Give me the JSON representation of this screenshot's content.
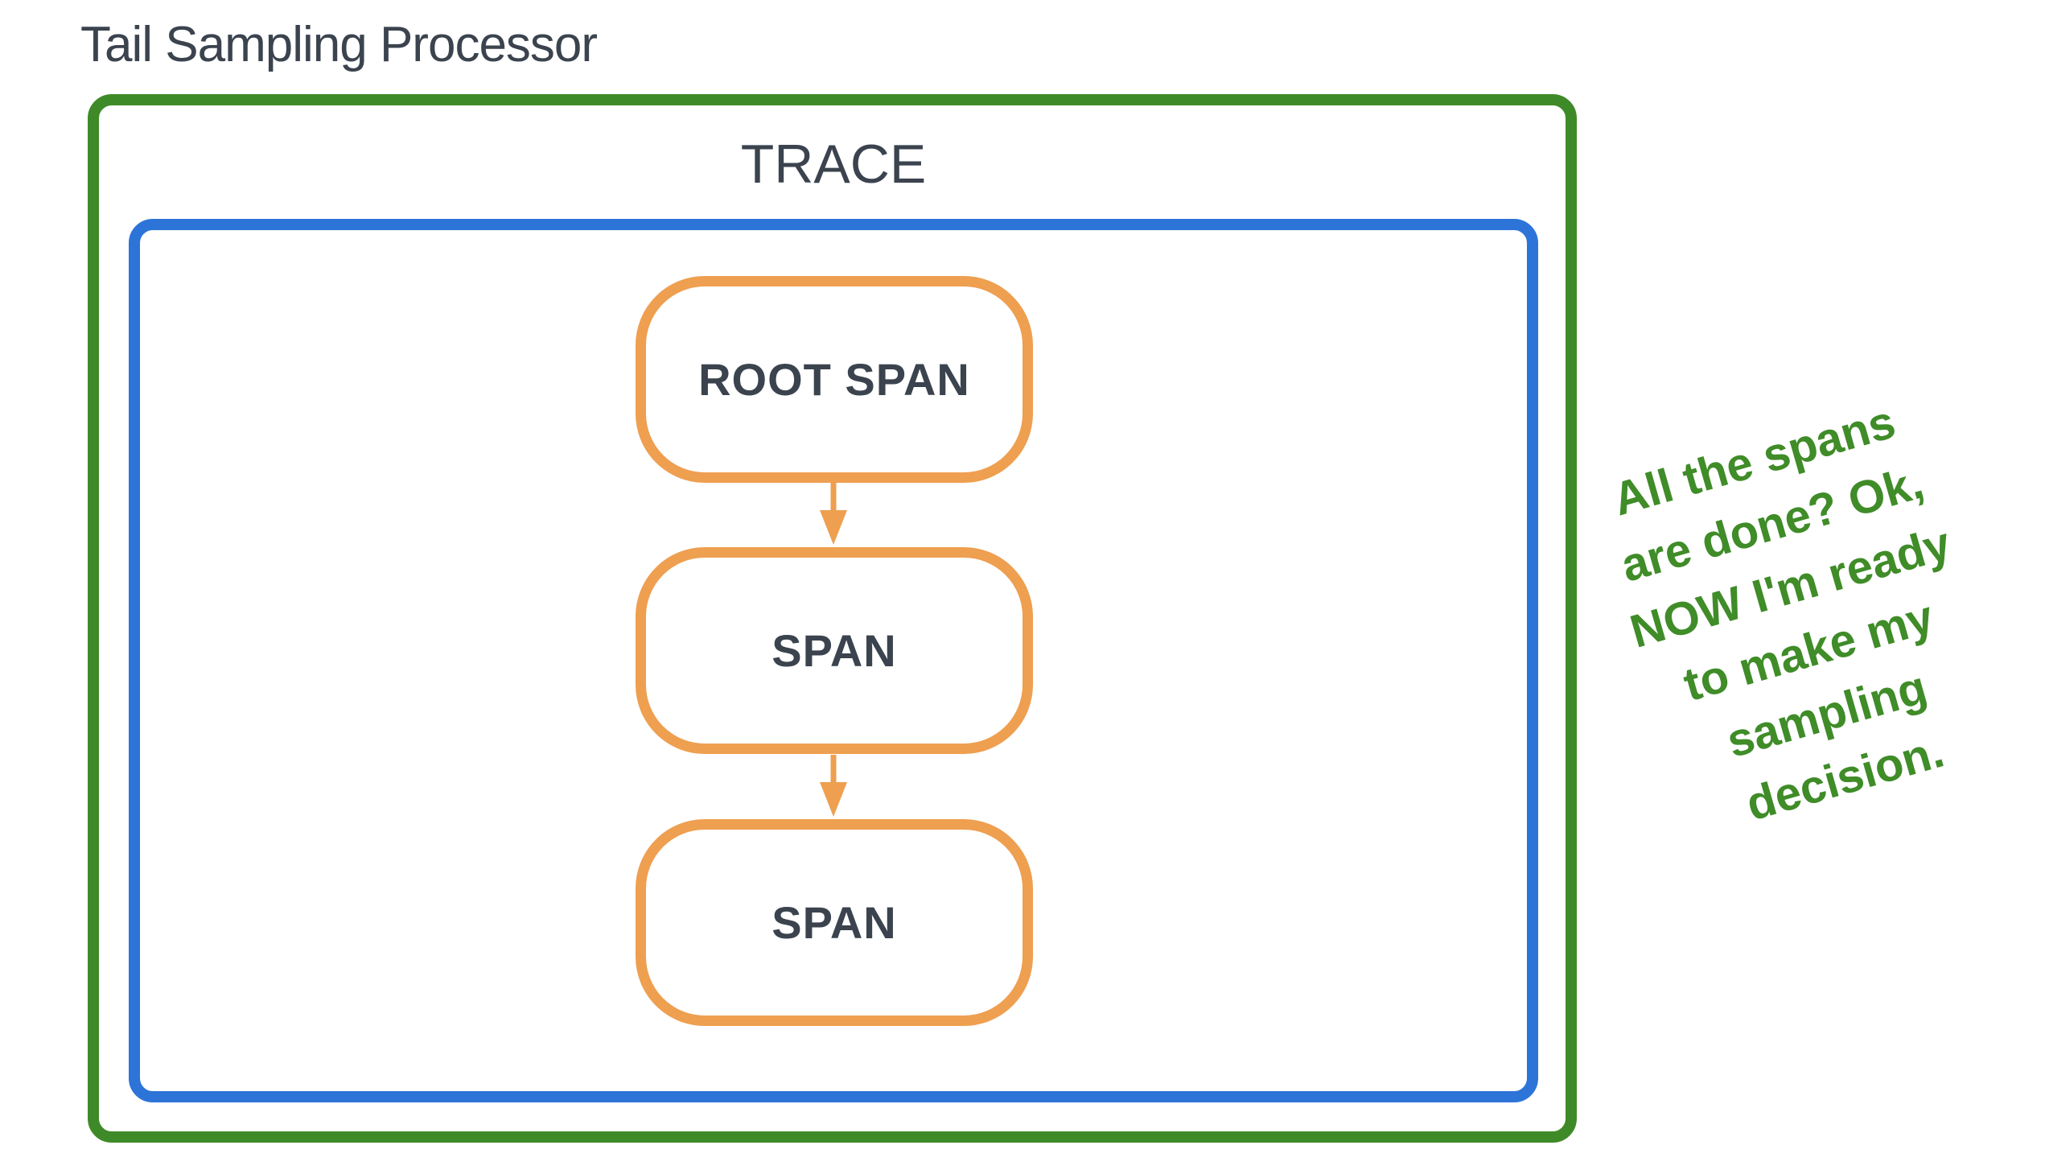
{
  "diagram": {
    "title": "Tail Sampling Processor",
    "trace": {
      "label": "TRACE"
    },
    "spans": [
      {
        "label": "ROOT SPAN"
      },
      {
        "label": "SPAN"
      },
      {
        "label": "SPAN"
      }
    ],
    "arrows": [
      {
        "from": "ROOT SPAN",
        "to": "SPAN",
        "direction": "down"
      },
      {
        "from": "SPAN",
        "to": "SPAN",
        "direction": "down"
      }
    ],
    "annotation": {
      "text": "All the spans are done? Ok, NOW I'm ready to make my sampling decision.",
      "lines": [
        "All the spans",
        "are done? Ok,",
        "NOW I'm ready",
        "to make my",
        "sampling",
        "decision."
      ]
    },
    "colors": {
      "outer_border": "#3f8a28",
      "inner_border": "#2d74d8",
      "span_border": "#ee9f50",
      "text_dark": "#3b434e",
      "annotation_text": "#3f8c28"
    }
  }
}
